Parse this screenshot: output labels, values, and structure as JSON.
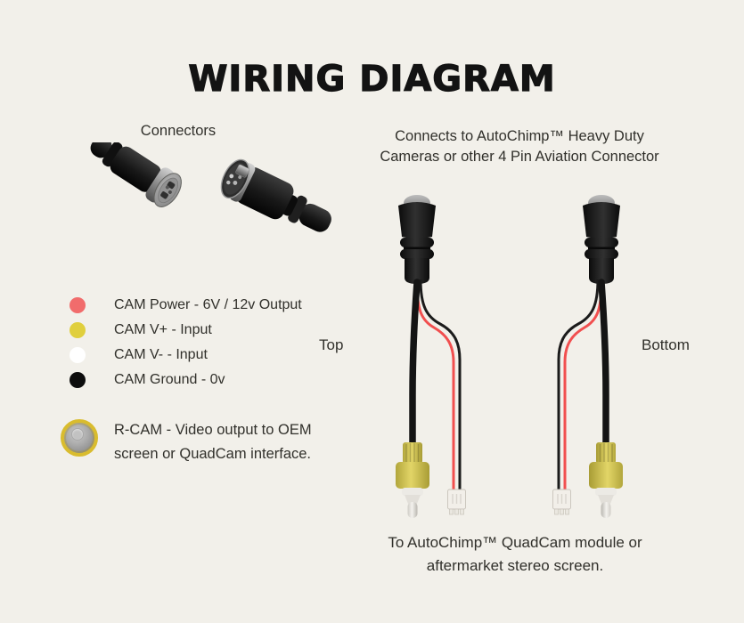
{
  "title": "WIRING DIAGRAM",
  "connectors": {
    "label": "Connectors"
  },
  "camera_note": {
    "line1": "Connects to AutoChimp™ Heavy Duty",
    "line2": "Cameras or other 4 Pin Aviation Connector"
  },
  "legend": {
    "items": [
      {
        "name": "cam-power",
        "color": "#f16c6c",
        "label": "CAM Power - 6V / 12v Output"
      },
      {
        "name": "cam-v-plus",
        "color": "#e0cf3d",
        "label": "CAM V+ - Input"
      },
      {
        "name": "cam-v-minus",
        "color": "#ffffff",
        "label": "CAM V- - Input"
      },
      {
        "name": "cam-ground",
        "color": "#0d0d0d",
        "label": "CAM Ground - 0v"
      }
    ]
  },
  "rcam": {
    "line1": "R-CAM - Video output to OEM",
    "line2": "screen or QuadCam interface."
  },
  "cables": {
    "left_label": "Top",
    "right_label": "Bottom"
  },
  "module_note": {
    "line1": "To AutoChimp™ QuadCam module or",
    "line2": "aftermarket stereo screen."
  },
  "colors": {
    "background": "#f2f0ea",
    "text": "#31302b",
    "title": "#131313",
    "wire_red": "#f14f4f",
    "wire_black": "#1b1b1b",
    "rca_yellow": "#d9cc55"
  }
}
